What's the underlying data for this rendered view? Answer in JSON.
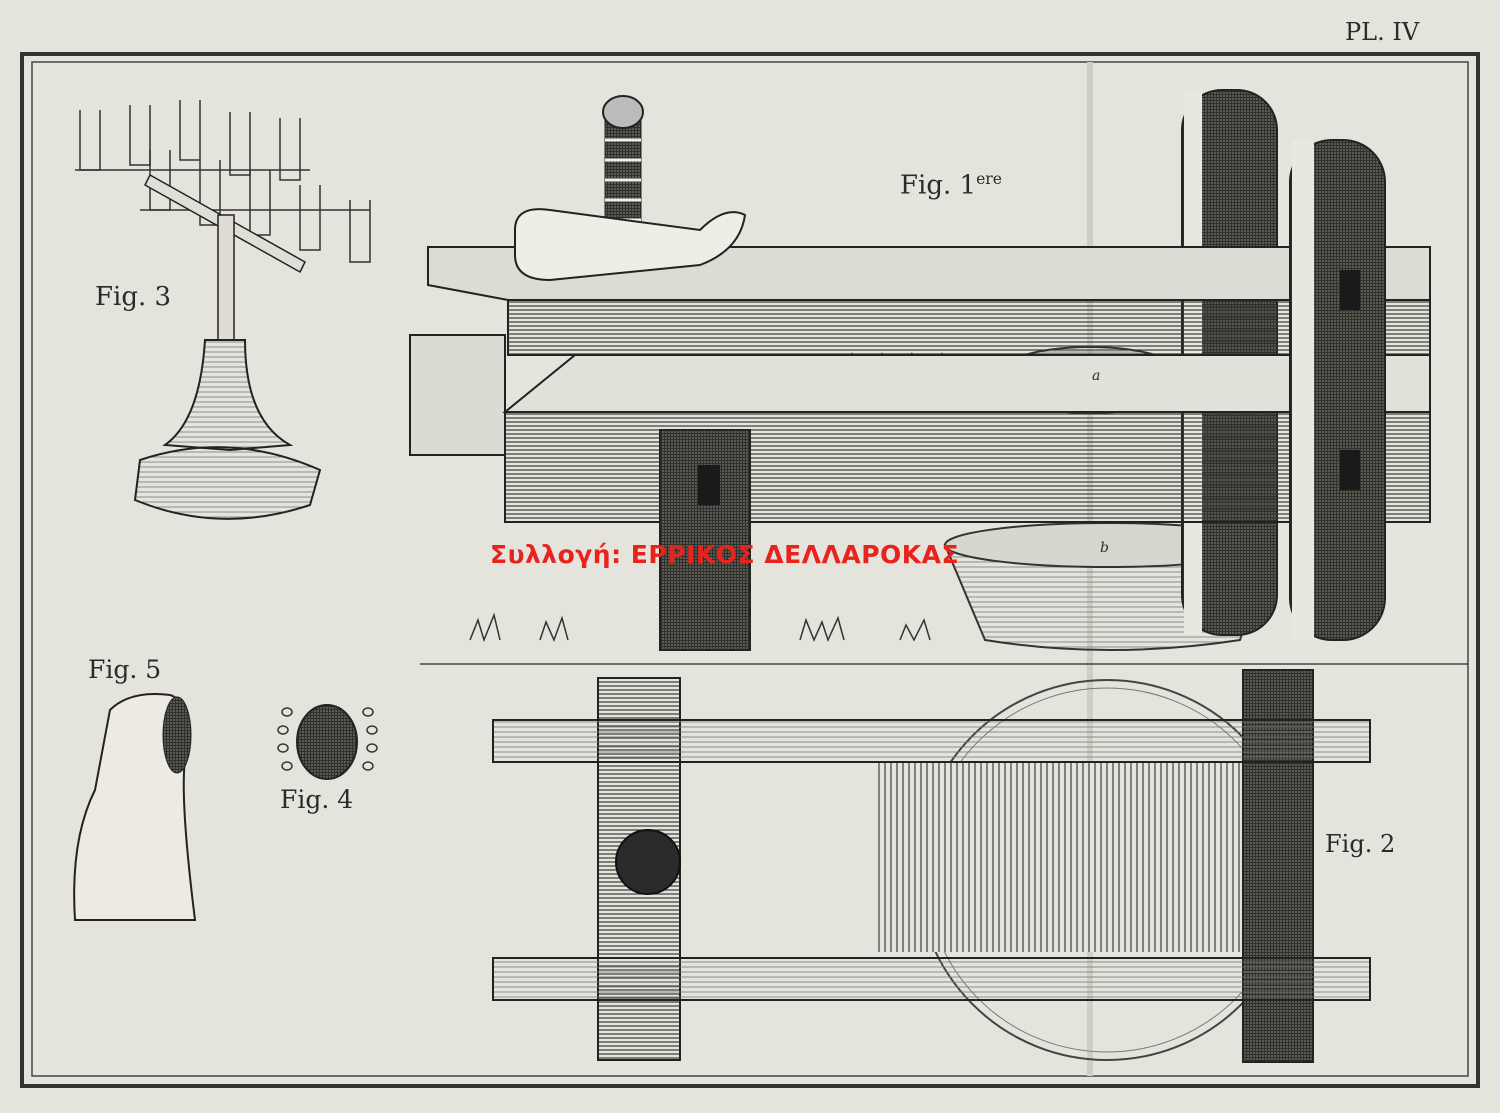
{
  "plate_label": "PL. IV",
  "figures": {
    "fig1": {
      "text": "Fig. 1",
      "suffix": "ere"
    },
    "fig2": "Fig. 2",
    "fig3": "Fig. 3",
    "fig4": "Fig. 4",
    "fig5": "Fig. 5"
  },
  "letters": {
    "a": "a",
    "b": "b"
  },
  "watermark": "Συλλογή: ΕΡΡΙΚΟΣ ΔΕΛΛΑΡΟΚΑΣ",
  "colors": {
    "paper": "#e4e3dc",
    "ink": "#2b2b2b",
    "dark_wood": "#4a4a44",
    "watermark": "#e8231d"
  }
}
